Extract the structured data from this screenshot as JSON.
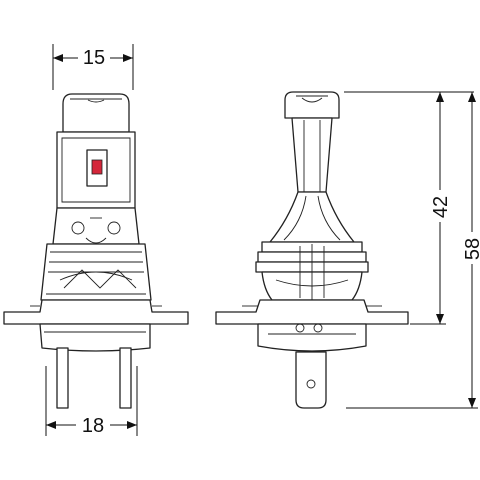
{
  "dimensions": {
    "top_width": "15",
    "bottom_width": "18",
    "height_inner": "42",
    "height_outer": "58"
  },
  "colors": {
    "line": "#222222",
    "accent": "#d4263a",
    "background": "#ffffff"
  }
}
